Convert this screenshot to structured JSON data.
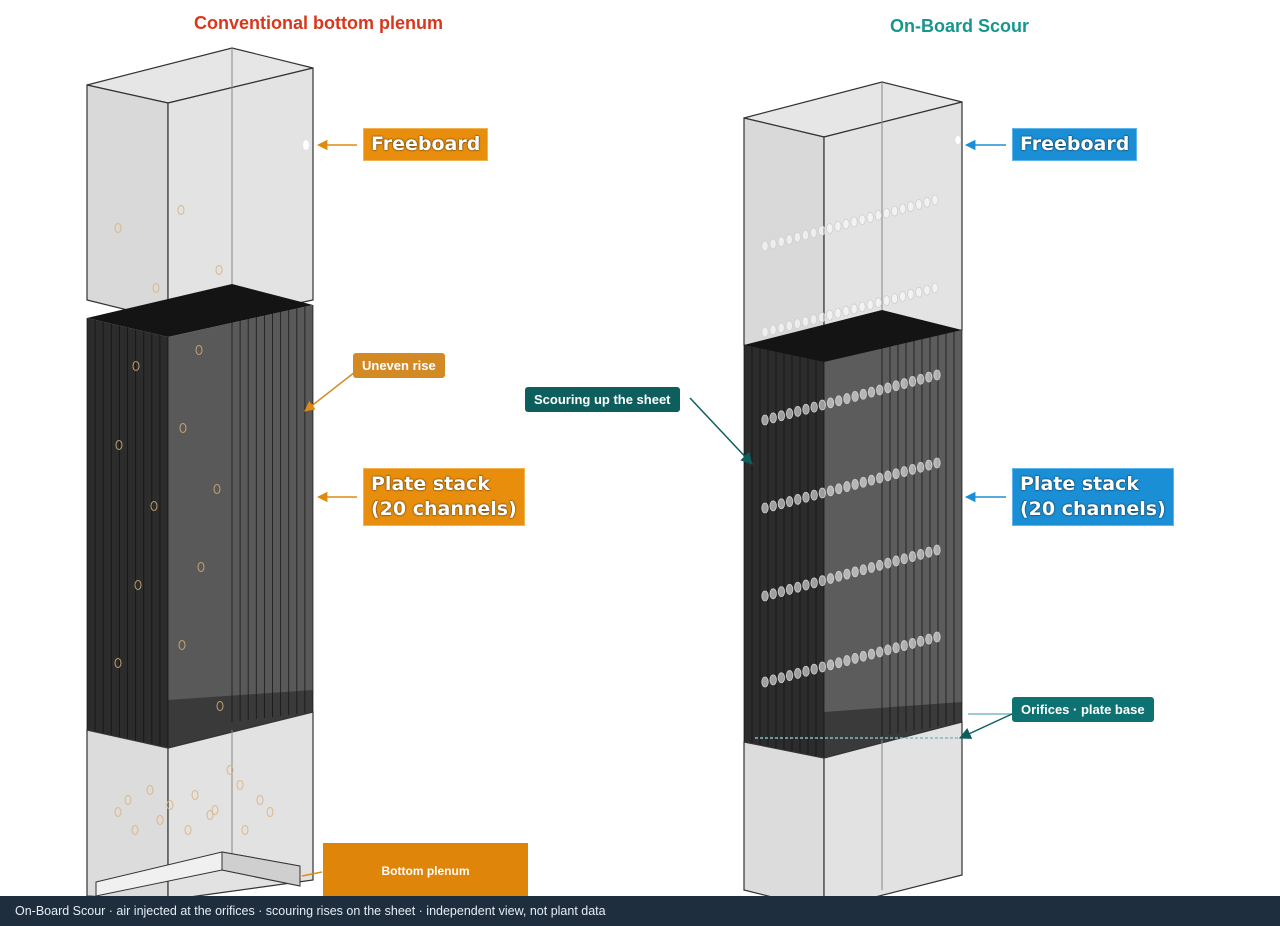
{
  "titles": {
    "left": "Conventional bottom plenum",
    "right": "On-Board Scour"
  },
  "labels": {
    "freeboard": "Freeboard",
    "plate_stack_line1": "Plate stack",
    "plate_stack_line2": "(20 channels)",
    "uneven_rise": "Uneven rise",
    "scouring": "Scouring up the sheet",
    "orifices": "Orifices · plate base",
    "bottom_plenum": "Bottom plenum"
  },
  "footer": "On-Board Scour  ·  air injected at the orifices  ·  scouring rises on the sheet  ·  independent view, not plant data",
  "colors": {
    "left_accent": "#e88e0c",
    "right_accent": "#1a8fd6",
    "teal_tag": "#0f5e5e",
    "title_left": "#d9361b",
    "title_right": "#17958e",
    "footer_bg": "#1e2e3e"
  }
}
